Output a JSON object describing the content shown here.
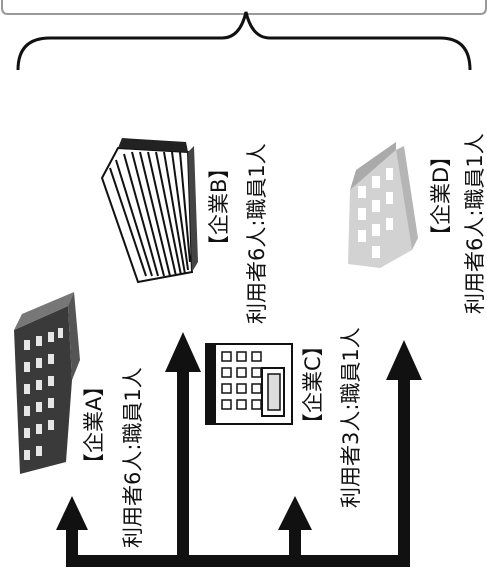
{
  "companies": {
    "a": {
      "name": "【企業A】",
      "detail": "利用者6人:職員1人"
    },
    "b": {
      "name": "【企業B】",
      "detail": "利用者6人:職員1人"
    },
    "c": {
      "name": "【企業C】",
      "detail": "利用者3人:職員1人"
    },
    "d": {
      "name": "【企業D】",
      "detail": "利用者6人:職員1人"
    }
  },
  "colors": {
    "line": "#111111",
    "building_dark": "#333333",
    "building_light": "#c8c8c8"
  },
  "icons": [
    "brace-icon",
    "building-icon",
    "office-tower-icon",
    "small-office-icon",
    "arrow-icon"
  ]
}
